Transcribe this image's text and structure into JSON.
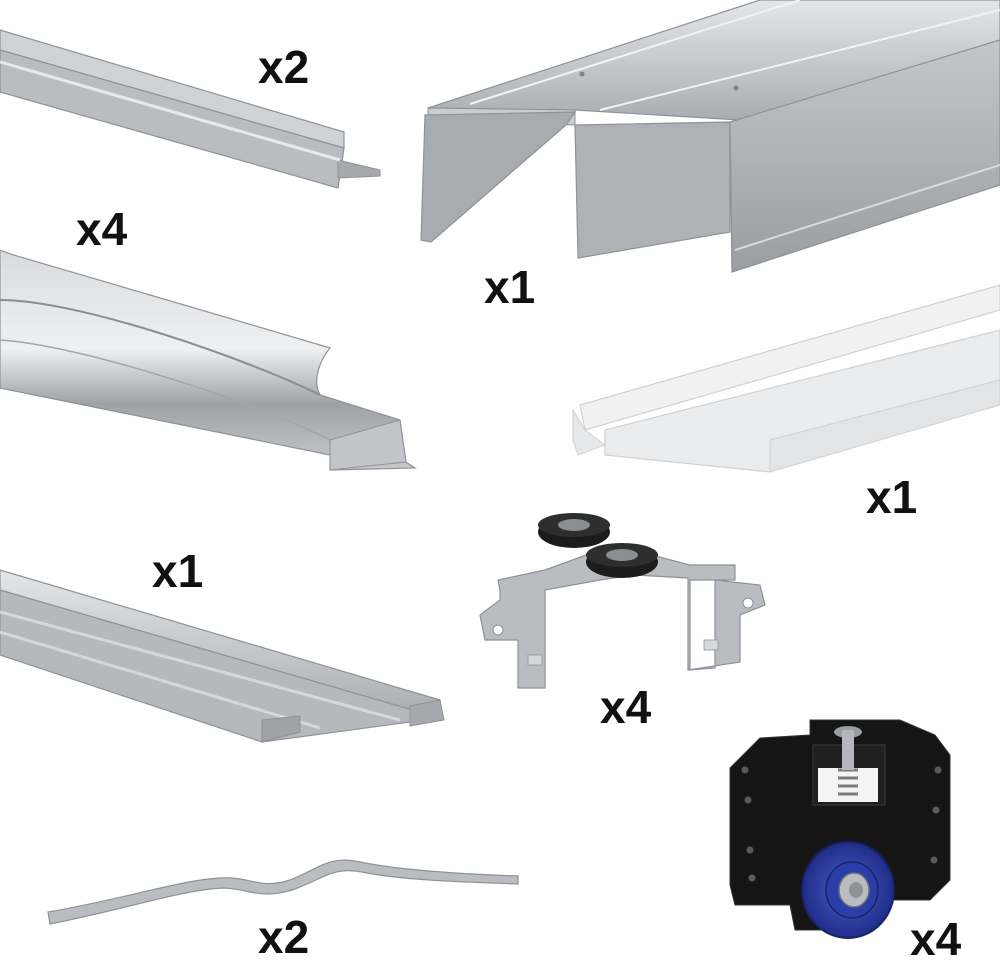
{
  "quantities": {
    "top_rail_small": "x2",
    "double_top_track": "x1",
    "handle_profile": "x4",
    "clear_cover_strip": "x1",
    "double_bottom_track": "x1",
    "top_guide_roller": "x4",
    "bottom_roller_carriage": "x4",
    "spring_strip": "x2"
  },
  "colors": {
    "aluminum_light": "#d3d5d8",
    "aluminum_mid": "#b4b7bb",
    "aluminum_dark": "#8e9297",
    "clear_plastic": "#ececec",
    "black_plastic": "#1a1a1a",
    "roller_blue": "#2b3ea8",
    "label_text": "#111111"
  },
  "icons": {
    "top_rail_small": "aluminum-rail-icon",
    "double_top_track": "double-track-icon",
    "handle_profile": "handle-profile-icon",
    "clear_cover_strip": "clear-strip-icon",
    "double_bottom_track": "bottom-track-icon",
    "top_guide_roller": "guide-roller-icon",
    "bottom_roller_carriage": "roller-carriage-icon",
    "spring_strip": "spring-strip-icon"
  }
}
